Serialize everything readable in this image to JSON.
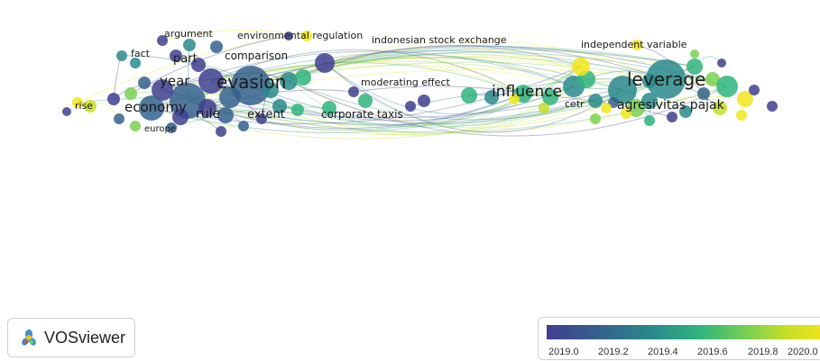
{
  "labels": {
    "evasion": "evasion",
    "leverage": "leverage",
    "influence": "influence",
    "economy": "economy",
    "year": "year",
    "rule": "rule",
    "extent": "extent",
    "part": "part",
    "comparison": "comparison",
    "fact": "fact",
    "argument": "argument",
    "environmental_regulation": "environmental regulation",
    "indonesian_stock_exchange": "indonesian stock exchange",
    "moderating_effect": "moderating effect",
    "corporate_taxis": "corporate taxis",
    "rise": "rise",
    "europe": "europe",
    "independent_variable": "independent variable",
    "cetr": "cetr",
    "agresivitas_pajak": "agresivitas pajak"
  },
  "logo": {
    "text": "VOSviewer",
    "icon": "vosviewer-logo-icon"
  },
  "legend": {
    "ticks": [
      "2019.0",
      "2019.2",
      "2019.4",
      "2019.6",
      "2019.8",
      "2020.0"
    ],
    "colors": [
      "#3f3f8f",
      "#35608d",
      "#2a8a8c",
      "#2fb47c",
      "#7ad151",
      "#c7df26",
      "#f2e51d"
    ]
  }
}
